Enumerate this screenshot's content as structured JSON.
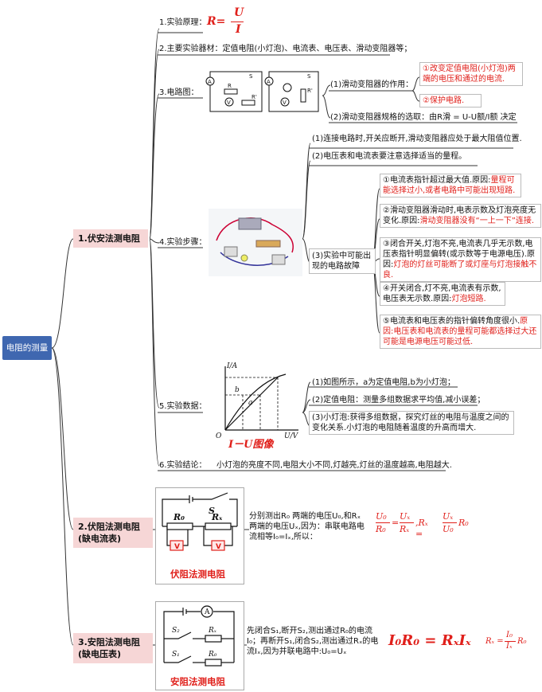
{
  "root": "电阻的测量",
  "branch1": {
    "title": "1.伏安法测电阻",
    "item1": {
      "label": "1.实验原理：",
      "formula_lhs": "R=",
      "formula_num": "U",
      "formula_den": "I"
    },
    "item2": {
      "label": "2.主要实验器材：定值电阻(小灯泡)、电流表、电压表、滑动变阻器等；"
    },
    "item3": {
      "label": "3.电路图：",
      "q1": "(1)滑动变阻器的作用：",
      "a1": "①改变定值电阻(小灯泡)两端的电压和通过的电流.",
      "a2": "②保护电路.",
      "q2": "(2)滑动变阻器规格的选取：由R滑 = U-U额/I额 决定",
      "circuit_labels": {
        "s": "S",
        "r": "R",
        "r2": "R'",
        "a": "A",
        "v": "V"
      }
    },
    "item4": {
      "label": "4.实验步骤：",
      "s1": "(1)连接电路时,开关应断开,滑动变阻器应处于最大阻值位置.",
      "s2": "(2)电压表和电流表要注意选择适当的量程。",
      "s3": "(3)实验中可能出现的电路故障",
      "f1_black": "①电流表指针超过最大值.原因:",
      "f1_red": "量程可能选择过小,或者电路中可能出现短路.",
      "f2_black": "②滑动变阻器滑动时,电表示数及灯泡亮度无变化.原因:",
      "f2_red": "滑动变阻器没有“一上一下”连接.",
      "f3_black": "③闭合开关,灯泡不亮,电流表几乎无示数,电压表指针明显偏转(或示数等于电源电压).原因:",
      "f3_red": "灯泡的灯丝可能断了或灯座与灯泡接触不良.",
      "f4_black": "④开关闭合,灯不亮,电流表有示数,电压表无示数.原因:",
      "f4_red": "灯泡短路.",
      "f5_black": "⑤电流表和电压表的指针偏转角度很小.",
      "f5_red": "原因:电压表和电流表的量程可能都选择过大还可能是电源电压可能过低."
    },
    "item5": {
      "label": "5.实验数据：",
      "d1": "(1)如图所示，a为定值电阻,b为小灯泡；",
      "d2": "(2)定值电阻：测量多组数据求平均值,减小误差；",
      "d3": "(3)小灯泡:获得多组数据，探究灯丝的电阻与温度之间的变化关系.小灯泡的电阻随着温度的升高而增大.",
      "graph_y": "I/A",
      "graph_x": "U/V",
      "graph_o": "O",
      "graph_a": "a",
      "graph_b": "b",
      "graph_caption": "I－U图像"
    },
    "item6": {
      "label": "6.实验结论：",
      "text": "小灯泡的亮度不同,电阻大小不同,灯越亮,灯丝的温度越高,电阻越大."
    }
  },
  "branch2": {
    "title": "2.伏阻法测电阻\n(缺电流表)",
    "text": "分别测出R₀ 两端的电压U₀,和Rₓ 两端的电压Uₓ,因为：串联电路电流相等I₀=Iₓ,所以：",
    "caption": "伏阻法测电阻",
    "labels": {
      "s": "S",
      "r0": "R₀",
      "rx": "Rₓ",
      "v": "V"
    }
  },
  "branch3": {
    "title": "3.安阻法测电阻\n(缺电压表)",
    "text": "先闭合S₁,断开S₂,测出通过R₀的电流I₀；再断开S₁,闭合S₂,测出通过Rₓ的电流Iₓ,因为并联电路中:U₀=Uₓ",
    "caption": "安阻法测电阻",
    "labels": {
      "s1": "S₁",
      "s2": "S₂",
      "rx": "Rₓ",
      "r0": "R₀",
      "a": "A"
    }
  }
}
